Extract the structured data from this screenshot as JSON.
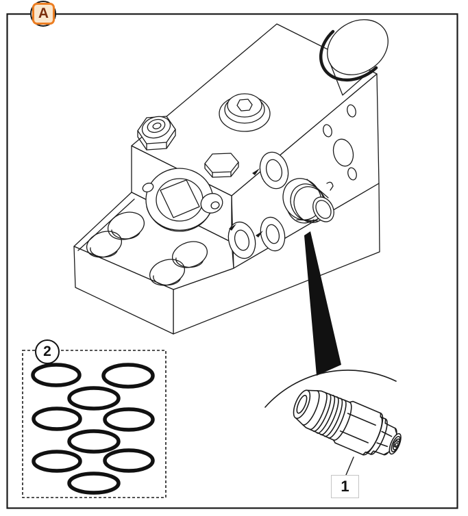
{
  "figure": {
    "type": "exploded-parts-diagram",
    "background": "#ffffff",
    "line_color": "#1a1a1a"
  },
  "view_badge": {
    "label": "A",
    "circle_border": "#1a1a1a",
    "square_border": "#EC7E22",
    "square_fill": "#FBE7CE",
    "text_color": "#7A2E0E"
  },
  "callouts": {
    "item_1": {
      "label": "1",
      "part": "relief-valve-cartridge"
    },
    "item_2": {
      "label": "2",
      "part": "o-ring-seals"
    }
  },
  "o_ring_panel": {
    "count": 9
  },
  "drawing": {
    "main": "hydraulic-valve-block",
    "detail": "relief-valve-cartridge-magnified",
    "seals": "o-rings"
  }
}
